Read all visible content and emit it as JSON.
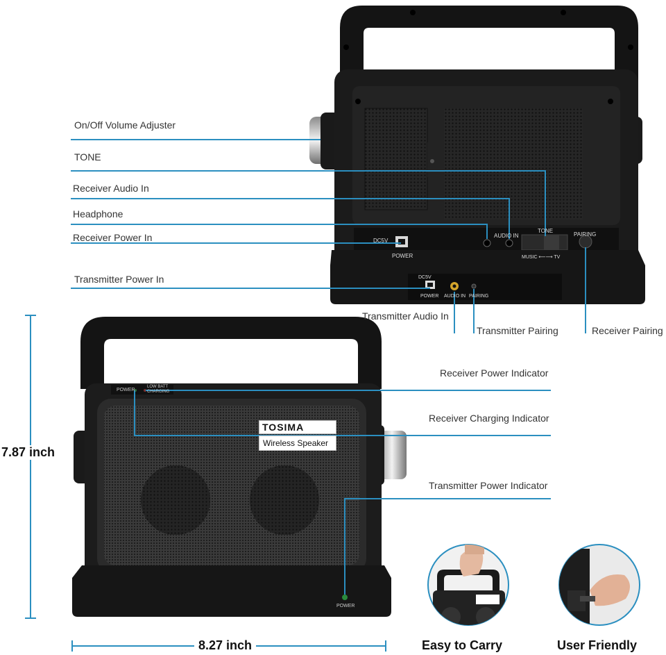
{
  "callouts": {
    "volume": "On/Off Volume Adjuster",
    "tone": "TONE",
    "receiver_audio_in": "Receiver Audio In",
    "headphone": "Headphone",
    "receiver_power_in": "Receiver Power In",
    "transmitter_power_in": "Transmitter Power In",
    "transmitter_audio_in": "Transmitter Audio In",
    "transmitter_pairing": "Transmitter Pairing",
    "receiver_pairing": "Receiver Pairing",
    "receiver_power_indicator": "Receiver Power Indicator",
    "receiver_charging_indicator": "Receiver Charging Indicator",
    "transmitter_power_indicator": "Transmitter Power Indicator"
  },
  "dimensions": {
    "height": "7.87 inch",
    "width": "8.27 inch"
  },
  "features": {
    "carry": "Easy to Carry",
    "friendly": "User Friendly"
  },
  "back_panel": {
    "dc": "DC5V",
    "power": "POWER",
    "audio_in": "AUDIO IN",
    "tone": "TONE",
    "tone_scale": "MUSIC ⟵⟶ TV",
    "pairing": "PAIRING"
  },
  "base_panel": {
    "dc": "DC5V",
    "power": "POWER",
    "audio_in": "AUDIO IN",
    "pairing": "PAIRING"
  },
  "front_panel": {
    "power": "POWER",
    "lowbatt": "LOW BATT",
    "charging": "CHARGING",
    "base_power": "POWER"
  },
  "product": {
    "brand": "TOSIMA",
    "model": "Wireless Speaker"
  },
  "colors": {
    "accent_line": "#2b8fc0",
    "device_body": "#1c1c1c",
    "grille": "#2e2e2e"
  }
}
